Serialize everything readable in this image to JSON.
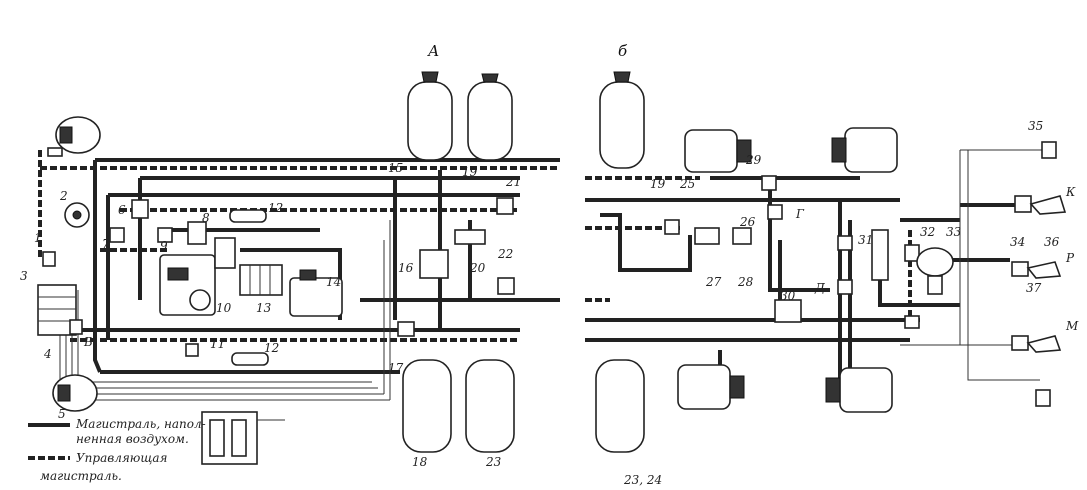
{
  "legend": {
    "main_line": "Магистраль, напол-",
    "main_line_2": "ненная воздухом.",
    "control_line": "Управляющая",
    "control_line_2": "магистраль."
  },
  "section_labels": {
    "a": "А",
    "b": "б",
    "v": "В",
    "g": "Г",
    "d": "Д",
    "k": "К",
    "r": "Р",
    "m": "М"
  },
  "part_labels": {
    "p1": "1",
    "p2": "2",
    "p3": "3",
    "p4": "4",
    "p5": "5",
    "p6": "6",
    "p7": "7",
    "p8": "8",
    "p9": "9",
    "p10": "10",
    "p11": "11",
    "p12a": "12",
    "p12b": "12",
    "p13": "13",
    "p14": "14",
    "p15": "15",
    "p16": "16",
    "p17": "17",
    "p18": "18",
    "p19a": "19",
    "p19b": "19",
    "p20": "20",
    "p21": "21",
    "p22": "22",
    "p23a": "23",
    "p23b": "23, 24",
    "p25": "25",
    "p26": "26",
    "p27": "27",
    "p28": "28",
    "p29": "29",
    "p30": "30",
    "p31": "31",
    "p32": "32",
    "p33": "33",
    "p34": "34",
    "p35": "35",
    "p36": "36",
    "p37": "37"
  }
}
